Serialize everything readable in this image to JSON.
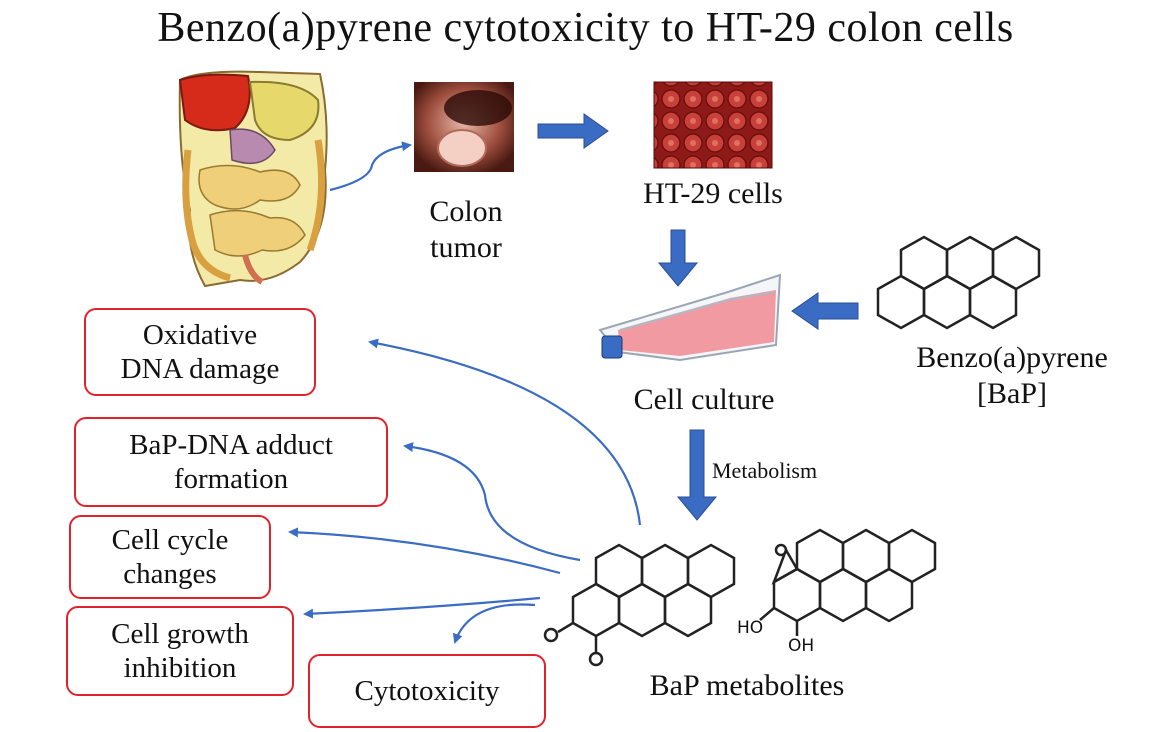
{
  "title": "Benzo(a)pyrene cytotoxicity to HT-29 colon cells",
  "source_nodes": {
    "colon_tumor": [
      "Colon",
      "tumor"
    ],
    "ht29_cells": "HT-29 cells",
    "cell_culture": "Cell culture",
    "bap": [
      "Benzo(a)pyrene",
      "[BaP]"
    ]
  },
  "process_label": "Metabolism",
  "metabolites_label": "BaP metabolites",
  "hydroxyl_labels": [
    "HO",
    "OH"
  ],
  "effects": [
    [
      "Oxidative",
      "DNA damage"
    ],
    [
      "BaP-DNA adduct",
      "formation"
    ],
    [
      "Cell cycle",
      "changes"
    ],
    [
      "Cell growth",
      "inhibition"
    ],
    [
      "Cytotoxicity"
    ]
  ],
  "colors": {
    "arrow": "#3a6cc4",
    "box_border": "#e0222a"
  }
}
